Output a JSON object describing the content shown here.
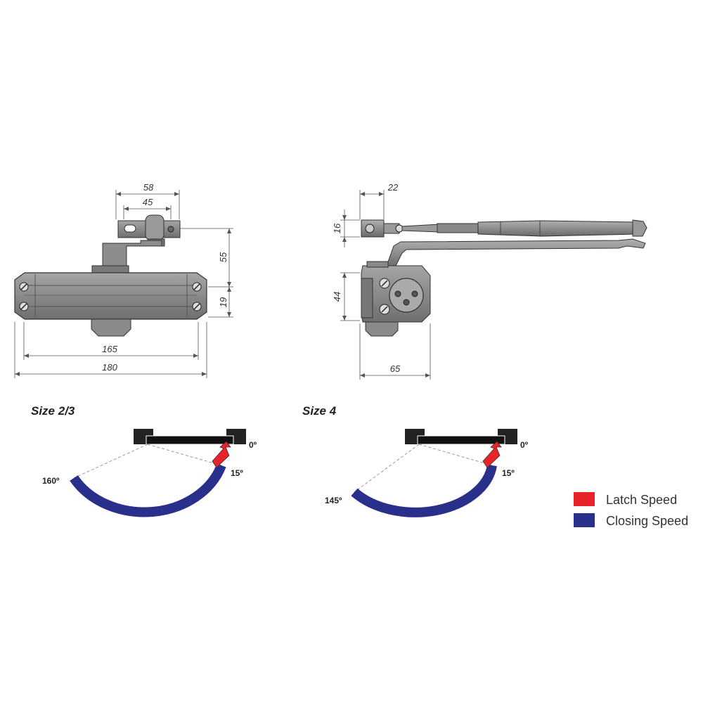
{
  "dimensions": {
    "front_top_width": "58",
    "front_bracket_width": "45",
    "front_height": "55",
    "front_body_height": "19",
    "front_hole_spacing": "165",
    "front_total_length": "180",
    "side_arm_offset": "22",
    "side_arm_height": "16",
    "side_body_height": "44",
    "side_body_depth": "65"
  },
  "size_23": {
    "title": "Size 2/3",
    "angle_closed": "0º",
    "angle_latch": "15º",
    "angle_open": "160º"
  },
  "size_4": {
    "title": "Size 4",
    "angle_closed": "0º",
    "angle_latch": "15º",
    "angle_open": "145º"
  },
  "legend": {
    "items": [
      {
        "label": "Latch Speed",
        "color": "#e8232a"
      },
      {
        "label": "Closing Speed",
        "color": "#2b2f8c"
      }
    ]
  },
  "colors": {
    "body_fill": "#8c8c8c",
    "body_dark": "#555555",
    "line": "#333333",
    "latch": "#e8232a",
    "closing": "#2b2f8c"
  }
}
